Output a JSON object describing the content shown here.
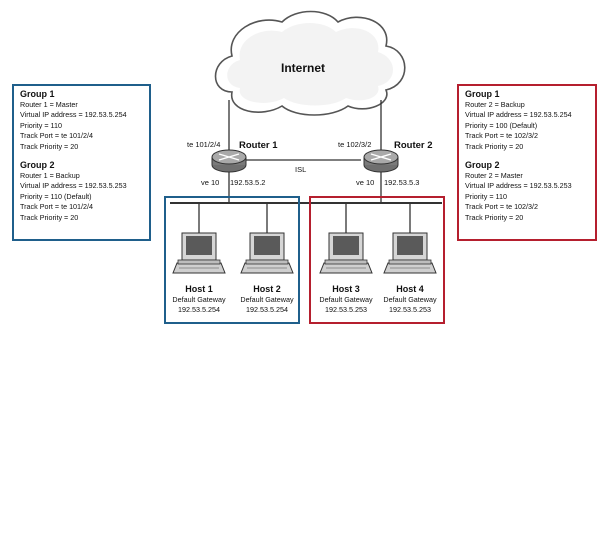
{
  "colors": {
    "blue": "#1f5f8b",
    "red": "#b51f2e",
    "line": "#333333"
  },
  "internet": "Internet",
  "routers": [
    {
      "name": "Router 1",
      "port": "te 101/2/4",
      "ve": "ve 10",
      "ip": "192.53.5.2"
    },
    {
      "name": "Router 2",
      "port": "te 102/3/2",
      "ve": "ve 10",
      "ip": "192.53.5.3"
    }
  ],
  "isl": "ISL",
  "left_box": {
    "groups": [
      {
        "title": "Group 1",
        "lines": [
          "Router 1 = Master",
          "Virtual IP address = 192.53.5.254",
          "Priority = 110",
          "Track Port = te 101/2/4",
          "Track Priority = 20"
        ]
      },
      {
        "title": "Group 2",
        "lines": [
          "Router 1 = Backup",
          "Virtual IP address = 192.53.5.253",
          "Priority = 110 (Default)",
          "Track Port = te 101/2/4",
          "Track Priority = 20"
        ]
      }
    ]
  },
  "right_box": {
    "groups": [
      {
        "title": "Group 1",
        "lines": [
          "Router 2 = Backup",
          "Virtual IP address = 192.53.5.254",
          "Priority = 100 (Default)",
          "Track Port = te 102/3/2",
          "Track Priority = 20"
        ]
      },
      {
        "title": "Group 2",
        "lines": [
          "Router 2 = Master",
          "Virtual IP address = 192.53.5.253",
          "Priority = 110",
          "Track Port = te 102/3/2",
          "Track Priority = 20"
        ]
      }
    ]
  },
  "hosts": [
    {
      "name": "Host 1",
      "gw_label": "Default Gateway",
      "gw": "192.53.5.254"
    },
    {
      "name": "Host 2",
      "gw_label": "Default Gateway",
      "gw": "192.53.5.254"
    },
    {
      "name": "Host 3",
      "gw_label": "Default Gateway",
      "gw": "192.53.5.253"
    },
    {
      "name": "Host 4",
      "gw_label": "Default Gateway",
      "gw": "192.53.5.253"
    }
  ]
}
